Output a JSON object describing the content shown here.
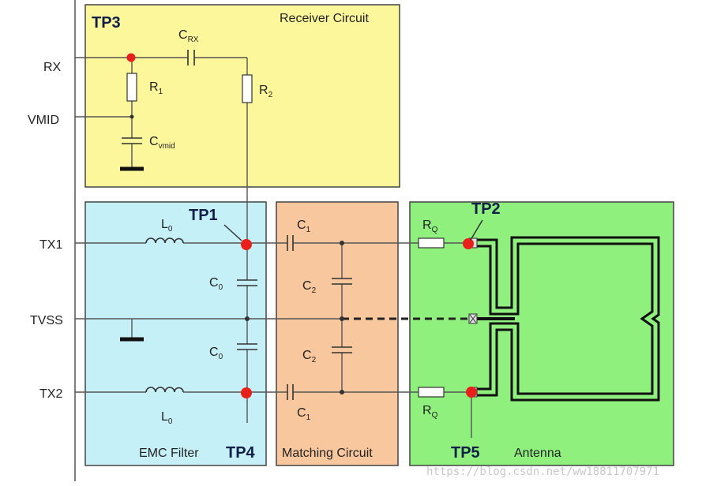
{
  "pins": {
    "rx": "RX",
    "vmid": "VMID",
    "tx1": "TX1",
    "tvss": "TVSS",
    "tx2": "TX2"
  },
  "blocks": {
    "receiver": "Receiver Circuit",
    "emc": "EMC Filter",
    "matching": "Matching Circuit",
    "antenna": "Antenna"
  },
  "components": {
    "crx": {
      "main": "C",
      "sub": "RX"
    },
    "r1": {
      "main": "R",
      "sub": "1"
    },
    "r2": {
      "main": "R",
      "sub": "2"
    },
    "cvmid": {
      "main": "C",
      "sub": "vmid"
    },
    "l0_top": {
      "main": "L",
      "sub": "0"
    },
    "l0_bottom": {
      "main": "L",
      "sub": "0"
    },
    "c0_top": {
      "main": "C",
      "sub": "0"
    },
    "c0_bottom": {
      "main": "C",
      "sub": "0"
    },
    "c1_top": {
      "main": "C",
      "sub": "1"
    },
    "c1_bottom": {
      "main": "C",
      "sub": "1"
    },
    "c2_top": {
      "main": "C",
      "sub": "2"
    },
    "c2_bottom": {
      "main": "C",
      "sub": "2"
    },
    "rq_top": {
      "main": "R",
      "sub": "Q"
    },
    "rq_bottom": {
      "main": "R",
      "sub": "Q"
    }
  },
  "test_points": {
    "tp1": "TP1",
    "tp2": "TP2",
    "tp3": "TP3",
    "tp4": "TP4",
    "tp5": "TP5"
  },
  "watermark": "https://blog.csdn.net/ww18811707971",
  "colors": {
    "receiver_fill": "#fdf79c",
    "emc_fill": "#c6f0f7",
    "matching_fill": "#f9c79d",
    "antenna_fill": "#8ff07e",
    "test_point": "#e8201c",
    "wire": "#555555"
  }
}
